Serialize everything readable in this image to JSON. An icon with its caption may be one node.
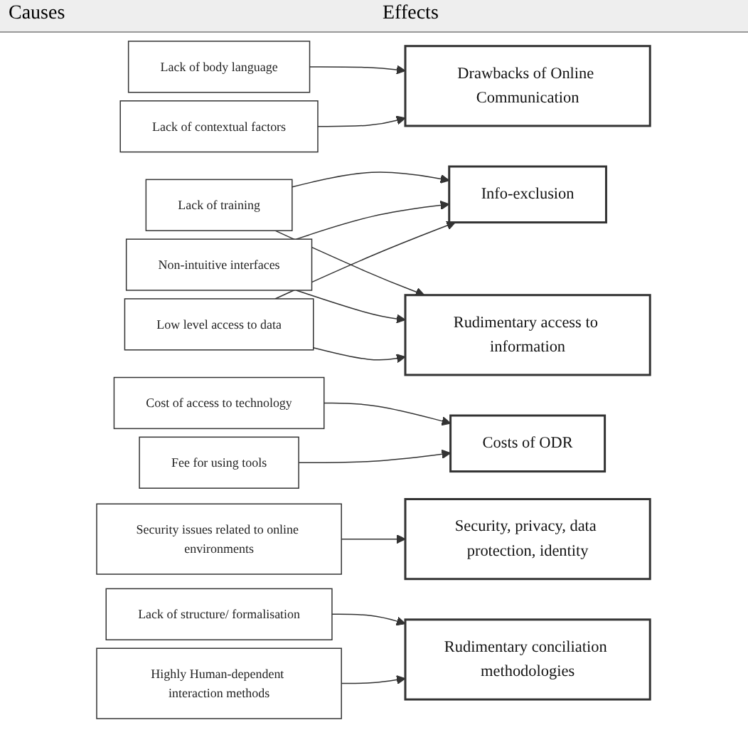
{
  "diagram": {
    "nodes": [
      {
        "text": [
          "Lack of body language"
        ]
      },
      {
        "text": [
          "Lack of contextual factors"
        ]
      },
      {
        "text": [
          "Lack of training"
        ]
      },
      {
        "text": [
          "Non-intuitive interfaces"
        ]
      },
      {
        "text": [
          "Cost of access to technology"
        ]
      },
      {
        "text": [
          "Fee for using tools"
        ]
      },
      {
        "text": [
          "Security issues related to online environments"
        ]
      },
      {
        "text": [
          "Low level access to data"
        ]
      },
      {
        "text": [
          "Lack of structure/ formalisation"
        ]
      },
      {
        "text": [
          "Highly Human-dependent interaction methods"
        ]
      },
      {
        "text": [
          "Drawbacks of Online Communication"
        ]
      },
      {
        "text": [
          "Info-exclusion"
        ]
      },
      {
        "text": [
          "Costs of ODR"
        ]
      },
      {
        "text": [
          "Security, privacy, data protection, identity"
        ]
      },
      {
        "text": [
          "Rudimentary access to information"
        ]
      },
      {
        "text": [
          "Rudimentary conciliation methodologies"
        ]
      }
    ],
    "edges": [
      {
        "from": 0,
        "to": 10,
        "arrow": "to"
      },
      {
        "from": 1,
        "to": 10,
        "arrow": "to"
      },
      {
        "from": 2,
        "to": 11,
        "arrow": "to"
      },
      {
        "from": 3,
        "to": 11,
        "arrow": "to"
      },
      {
        "from": 7,
        "to": 11,
        "arrow": "to"
      },
      {
        "from": 2,
        "to": 14,
        "arrow": "to"
      },
      {
        "from": 3,
        "to": 14,
        "arrow": "to"
      },
      {
        "from": 7,
        "to": 14,
        "arrow": "to"
      },
      {
        "from": 4,
        "to": 12,
        "arrow": "to"
      },
      {
        "from": 5,
        "to": 12,
        "arrow": "to"
      },
      {
        "from": 6,
        "to": 13,
        "arrow": "to"
      },
      {
        "from": 8,
        "to": 15,
        "arrow": "to"
      },
      {
        "from": 9,
        "to": 15,
        "arrow": "to"
      }
    ],
    "labels": [
      "Causes",
      "Effects"
    ]
  }
}
